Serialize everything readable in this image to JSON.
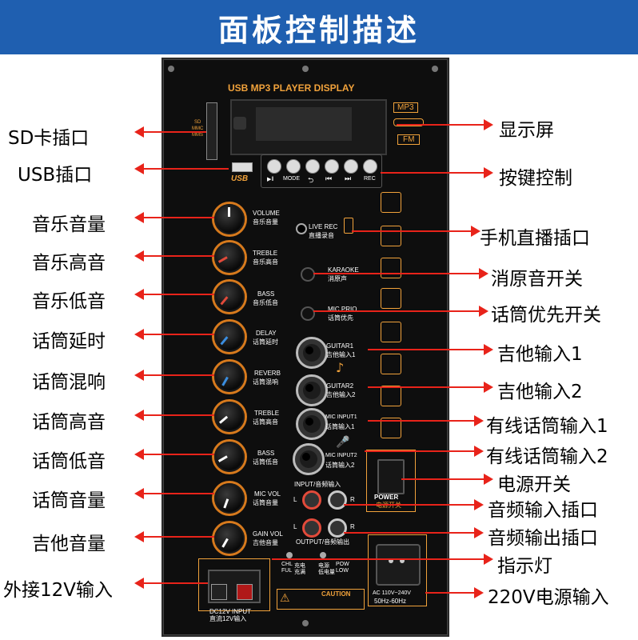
{
  "title": "面板控制描述",
  "panel": {
    "header": "USB MP3 PLAYER DISPLAY",
    "sd_labels": [
      "SD",
      "MMC",
      "MMS"
    ],
    "usb_label": "USB",
    "mode_badges": [
      "MP3",
      "FM"
    ],
    "buttons": [
      "▶‖",
      "MODE",
      "⮌",
      "⏮",
      "⏭",
      "REC"
    ],
    "knobs": [
      {
        "en": "VOLUME",
        "zh": "音乐音量"
      },
      {
        "en": "TREBLE",
        "zh": "音乐高音"
      },
      {
        "en": "BASS",
        "zh": "音乐低音"
      },
      {
        "en": "DELAY",
        "zh": "话筒延时"
      },
      {
        "en": "REVERB",
        "zh": "话筒混响"
      },
      {
        "en": "TREBLE",
        "zh": "话筒高音"
      },
      {
        "en": "BASS",
        "zh": "话筒低音"
      },
      {
        "en": "MIC VOL",
        "zh": "话筒音量"
      },
      {
        "en": "GAIN VOL",
        "zh": "吉他音量"
      }
    ],
    "live_rec": {
      "en": "LIVE REC",
      "zh": "直播录音"
    },
    "karaoke": {
      "en": "KARAOKE",
      "zh": "消原声"
    },
    "mic_prio": {
      "en": "MIC PRIO",
      "zh": "话筒优先"
    },
    "jacks": [
      {
        "en": "GUITAR1",
        "zh": "吉他输入1"
      },
      {
        "en": "GUITAR2",
        "zh": "吉他输入2"
      },
      {
        "en": "MIC INPUT1",
        "zh": "话筒输入1"
      },
      {
        "en": "MIC INPUT2",
        "zh": "话筒输入2"
      }
    ],
    "input_label": "INPUT/音频输入",
    "output_label": "OUTPUT/音频输出",
    "lr": [
      "L",
      "R"
    ],
    "power": {
      "en": "POWER",
      "zh": "电源开关"
    },
    "leds": [
      {
        "en": "CHL",
        "zh": "充电"
      },
      {
        "en": "FUL",
        "zh": "充满"
      },
      {
        "en": "POW",
        "zh": "电源"
      },
      {
        "en": "LOW",
        "zh": "低电量"
      }
    ],
    "dc_input": {
      "en": "DC12V INPUT",
      "zh": "直流12V输入"
    },
    "ac_input": {
      "en": "AC 110V~240V",
      "freq": "50Hz-60Hz"
    },
    "caution": "CAUTION"
  },
  "callouts_left": [
    "SD卡插口",
    "USB插口",
    "音乐音量",
    "音乐高音",
    "音乐低音",
    "话筒延时",
    "话筒混响",
    "话筒高音",
    "话筒低音",
    "话筒音量",
    "吉他音量",
    "外接12V输入"
  ],
  "callouts_right": [
    "显示屏",
    "按键控制",
    "手机直播插口",
    "消原音开关",
    "话筒优先开关",
    "吉他输入1",
    "吉他输入2",
    "有线话筒输入1",
    "有线话筒输入2",
    "电源开关",
    "音频输入插口",
    "音频输出插口",
    "指示灯",
    "220V电源输入"
  ],
  "colors": {
    "title_bg": "#1f5fb0",
    "arrow": "#e8231a",
    "panel_text": "#f1a23b",
    "panel_bg": "#0e0e0e"
  }
}
